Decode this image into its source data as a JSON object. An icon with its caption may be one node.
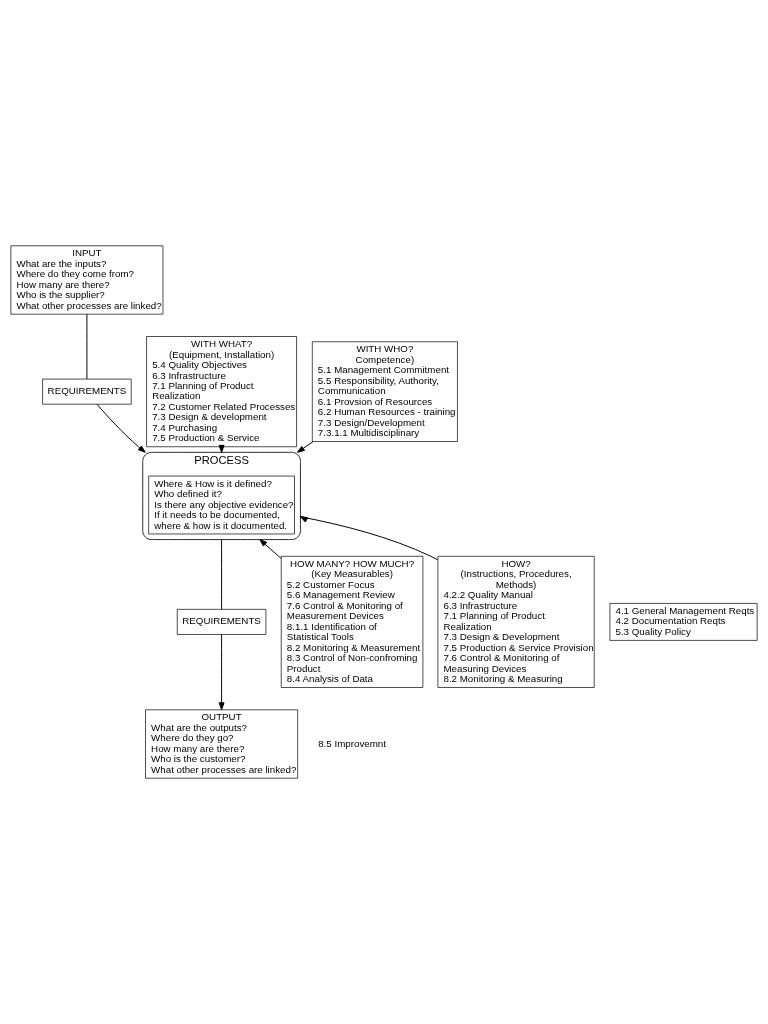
{
  "diagram": {
    "nodes": [
      {
        "text": [
          "WITH WHAT?",
          "(Equipment, Installation)",
          "5.4 Quality Objectives",
          "6.3 Infrastructure",
          "7.1 Planning of Product Realization",
          "7.2 Customer Related Processes",
          "7.3 Design & development",
          "7.4 Purchasing",
          "7.5 Production & Service"
        ]
      },
      {
        "text": [
          "WITH WHO?",
          "Competence)",
          "5.1 Management Commitment",
          "5.5 Responsibility, Authority, Communication",
          "6.1 Provsion of Resources",
          "6.2 Human Resources - training",
          "7.3 Design/Development",
          "7.3.1.1 Multidisciplinary"
        ]
      },
      {
        "text": [
          "INPUT",
          "What are the inputs?",
          "Where do they come from?",
          "How many are there?",
          "Who is the supplier?",
          "What other processes are linked?"
        ]
      },
      {
        "text": [
          "REQUIREMENTS"
        ]
      },
      {
        "text": [
          "PROCESS"
        ]
      },
      {
        "text": [
          "Where & How is it defined?",
          "Who defined it?",
          "Is there any objective evidence?",
          "If it needs to be documented, where & how is it documented."
        ],
        "in": 4
      },
      {
        "text": [
          "REQUIREMENTS"
        ]
      },
      {
        "text": [
          "OUTPUT",
          "What are the outputs?",
          "Where do they go?",
          "How many are there?",
          "Who is the customer?",
          "What other processes are linked?"
        ]
      },
      {
        "text": [
          "HOW MANY? HOW MUCH?",
          "(Key Measurables)",
          "5.2 Customer Focus",
          "5.6 Management Review",
          "7.6 Control & Monitoring of Measurement Devices",
          "8.1.1 Identification of Statistical Tools",
          "8.2 Monitoring & Measurement",
          "8.3 Control of Non-confroming Product",
          "8.4 Analysis of Data"
        ]
      },
      {
        "text": [
          "4.1 General Management Reqts",
          "4.2 Documentation Reqts",
          "5.3 Quality Policy"
        ]
      },
      {
        "text": [
          "HOW?",
          "(Instructions, Procedures, Methods)",
          "4.2.2 Quality Manual",
          "6.3 Infrastructure",
          "7.1 Planning of Product Realization",
          "7.3 Design & Development",
          "7.5 Production & Service Provision",
          "7.6 Control & Monitoring of Measuring Devices",
          "8.2 Monitoring & Measuring"
        ]
      }
    ],
    "edges": [
      {
        "from": 2,
        "to": 3,
        "arrow": "none"
      },
      {
        "from": 3,
        "to": 4,
        "arrow": "to"
      },
      {
        "from": 4,
        "to": 6,
        "arrow": "none"
      },
      {
        "from": 6,
        "to": 7,
        "arrow": "to"
      },
      {
        "from": 0,
        "to": 4,
        "arrow": "to"
      },
      {
        "from": 1,
        "to": 4,
        "arrow": "to"
      },
      {
        "from": 8,
        "to": 4,
        "arrow": "to"
      },
      {
        "from": 10,
        "to": 4,
        "arrow": "to"
      }
    ],
    "labels": [
      "8.5 Improvemnt"
    ]
  }
}
